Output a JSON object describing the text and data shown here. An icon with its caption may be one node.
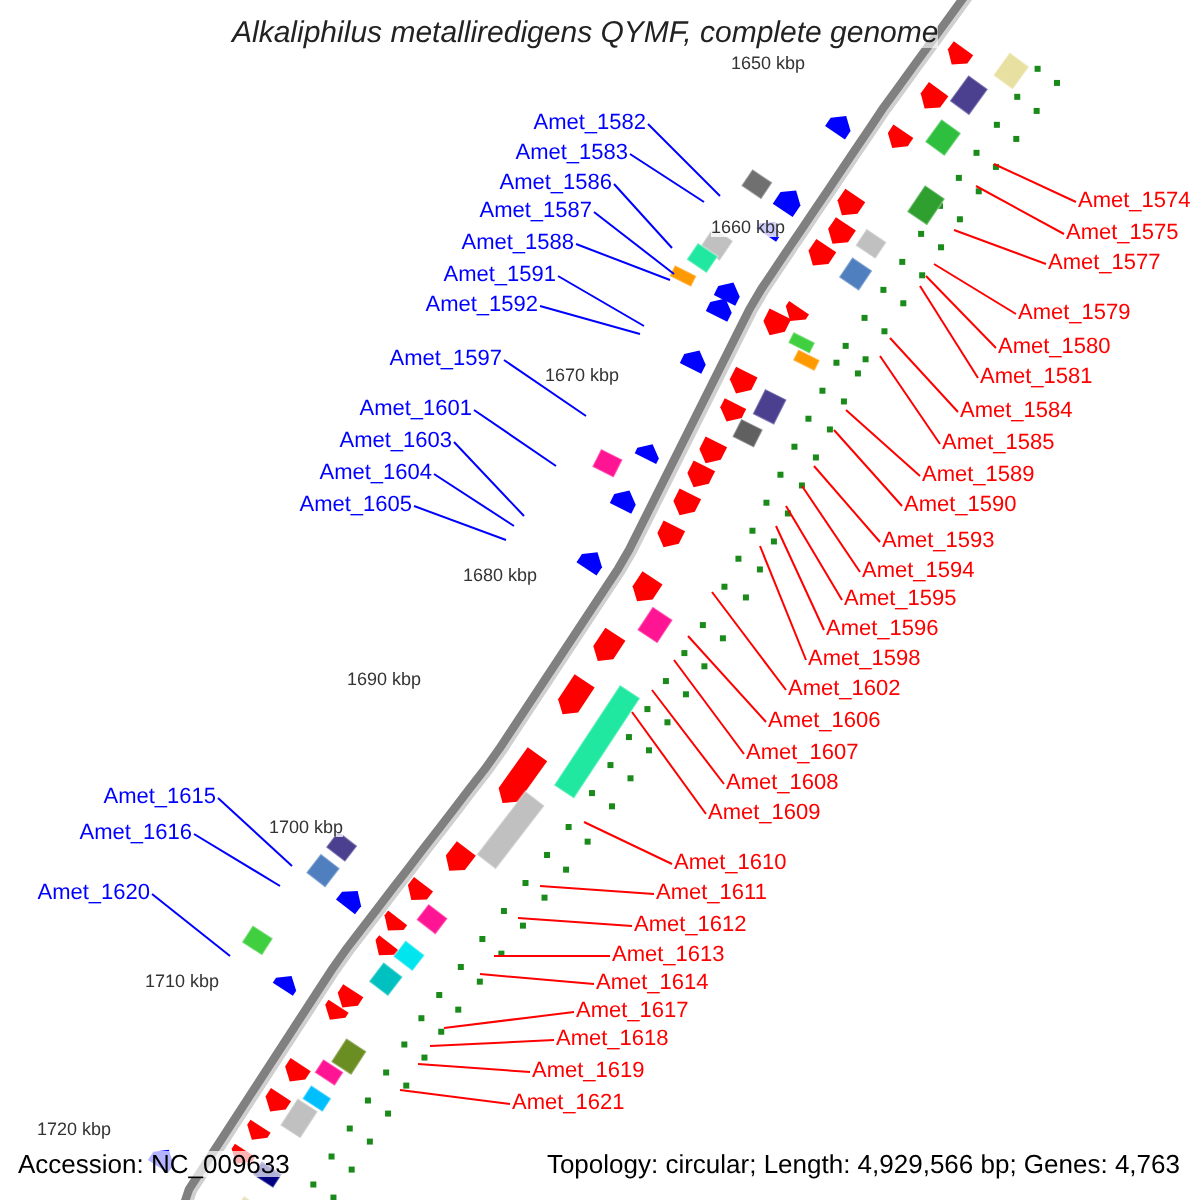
{
  "diagram": {
    "title": "Alkaliphilus metalliredigens QYMF, complete genome",
    "nodes": [
      {
        "text": [
          "Amet_1582"
        ]
      },
      {
        "text": [
          "Amet_1583"
        ]
      },
      {
        "text": [
          "Amet_1586"
        ]
      },
      {
        "text": [
          "Amet_1587"
        ]
      },
      {
        "text": [
          "Amet_1588"
        ]
      },
      {
        "text": [
          "Amet_1591"
        ]
      },
      {
        "text": [
          "Amet_1592"
        ]
      },
      {
        "text": [
          "Amet_1597"
        ]
      },
      {
        "text": [
          "Amet_1601"
        ]
      },
      {
        "text": [
          "Amet_1603"
        ]
      },
      {
        "text": [
          "Amet_1604"
        ]
      },
      {
        "text": [
          "Amet_1605"
        ]
      },
      {
        "text": [
          "Amet_1615"
        ]
      },
      {
        "text": [
          "Amet_1616"
        ]
      },
      {
        "text": [
          "Amet_1620"
        ]
      },
      {
        "text": [
          "Amet_1574"
        ]
      },
      {
        "text": [
          "Amet_1575"
        ]
      },
      {
        "text": [
          "Amet_1577"
        ]
      },
      {
        "text": [
          "Amet_1579"
        ]
      },
      {
        "text": [
          "Amet_1580"
        ]
      },
      {
        "text": [
          "Amet_1581"
        ]
      },
      {
        "text": [
          "Amet_1584"
        ]
      },
      {
        "text": [
          "Amet_1585"
        ]
      },
      {
        "text": [
          "Amet_1589"
        ]
      },
      {
        "text": [
          "Amet_1590"
        ]
      },
      {
        "text": [
          "Amet_1593"
        ]
      },
      {
        "text": [
          "Amet_1594"
        ]
      },
      {
        "text": [
          "Amet_1595"
        ]
      },
      {
        "text": [
          "Amet_1596"
        ]
      },
      {
        "text": [
          "Amet_1598"
        ]
      },
      {
        "text": [
          "Amet_1602"
        ]
      },
      {
        "text": [
          "Amet_1606"
        ]
      },
      {
        "text": [
          "Amet_1607"
        ]
      },
      {
        "text": [
          "Amet_1608"
        ]
      },
      {
        "text": [
          "Amet_1609"
        ]
      },
      {
        "text": [
          "Amet_1610"
        ]
      },
      {
        "text": [
          "Amet_1611"
        ]
      },
      {
        "text": [
          "Amet_1612"
        ]
      },
      {
        "text": [
          "Amet_1613"
        ]
      },
      {
        "text": [
          "Amet_1614"
        ]
      },
      {
        "text": [
          "Amet_1617"
        ]
      },
      {
        "text": [
          "Amet_1618"
        ]
      },
      {
        "text": [
          "Amet_1619"
        ]
      },
      {
        "text": [
          "Amet_1621"
        ]
      }
    ],
    "edges": [
      {
        "from": 0,
        "to": null,
        "arrow": "none",
        "color": "#0000ff"
      },
      {
        "from": 1,
        "to": null,
        "arrow": "none",
        "color": "#0000ff"
      },
      {
        "from": 2,
        "to": null,
        "arrow": "none",
        "color": "#0000ff"
      },
      {
        "from": 3,
        "to": null,
        "arrow": "none",
        "color": "#0000ff"
      },
      {
        "from": 4,
        "to": null,
        "arrow": "none",
        "color": "#0000ff"
      },
      {
        "from": 5,
        "to": null,
        "arrow": "none",
        "color": "#0000ff"
      },
      {
        "from": 6,
        "to": null,
        "arrow": "none",
        "color": "#0000ff"
      },
      {
        "from": 7,
        "to": null,
        "arrow": "none",
        "color": "#0000ff"
      },
      {
        "from": 8,
        "to": null,
        "arrow": "none",
        "color": "#0000ff"
      },
      {
        "from": 9,
        "to": null,
        "arrow": "none",
        "color": "#0000ff"
      },
      {
        "from": 10,
        "to": null,
        "arrow": "none",
        "color": "#0000ff"
      },
      {
        "from": 11,
        "to": null,
        "arrow": "none",
        "color": "#0000ff"
      },
      {
        "from": 12,
        "to": null,
        "arrow": "none",
        "color": "#0000ff"
      },
      {
        "from": 13,
        "to": null,
        "arrow": "none",
        "color": "#0000ff"
      },
      {
        "from": 14,
        "to": null,
        "arrow": "none",
        "color": "#0000ff"
      },
      {
        "from": 15,
        "to": null,
        "arrow": "none"
      },
      {
        "from": 16,
        "to": null,
        "arrow": "none"
      },
      {
        "from": 17,
        "to": null,
        "arrow": "none"
      },
      {
        "from": 18,
        "to": null,
        "arrow": "none"
      },
      {
        "from": 19,
        "to": null,
        "arrow": "none"
      },
      {
        "from": 20,
        "to": null,
        "arrow": "none"
      },
      {
        "from": 21,
        "to": null,
        "arrow": "none"
      },
      {
        "from": 22,
        "to": null,
        "arrow": "none"
      },
      {
        "from": 23,
        "to": null,
        "arrow": "none"
      },
      {
        "from": 24,
        "to": null,
        "arrow": "none"
      },
      {
        "from": 25,
        "to": null,
        "arrow": "none"
      },
      {
        "from": 26,
        "to": null,
        "arrow": "none"
      },
      {
        "from": 27,
        "to": null,
        "arrow": "none"
      },
      {
        "from": 28,
        "to": null,
        "arrow": "none"
      },
      {
        "from": 29,
        "to": null,
        "arrow": "none"
      },
      {
        "from": 30,
        "to": null,
        "arrow": "none"
      },
      {
        "from": 31,
        "to": null,
        "arrow": "none"
      },
      {
        "from": 32,
        "to": null,
        "arrow": "none"
      },
      {
        "from": 33,
        "to": null,
        "arrow": "none"
      },
      {
        "from": 34,
        "to": null,
        "arrow": "none"
      },
      {
        "from": 35,
        "to": null,
        "arrow": "none"
      },
      {
        "from": 36,
        "to": null,
        "arrow": "none"
      },
      {
        "from": 37,
        "to": null,
        "arrow": "none"
      },
      {
        "from": 38,
        "to": null,
        "arrow": "none"
      },
      {
        "from": 39,
        "to": null,
        "arrow": "none"
      },
      {
        "from": 40,
        "to": null,
        "arrow": "none"
      },
      {
        "from": 41,
        "to": null,
        "arrow": "none"
      },
      {
        "from": 42,
        "to": null,
        "arrow": "none"
      },
      {
        "from": 43,
        "to": null,
        "arrow": "none"
      }
    ],
    "labels": [
      "1650 kbp",
      "1660 kbp",
      "1670 kbp",
      "1680 kbp",
      "1690 kbp",
      "1700 kbp",
      "1710 kbp",
      "1720 kbp",
      "Accession: NC_009633",
      "Topology: circular; Length: 4,929,566 bp; Genes: 4,763"
    ]
  }
}
